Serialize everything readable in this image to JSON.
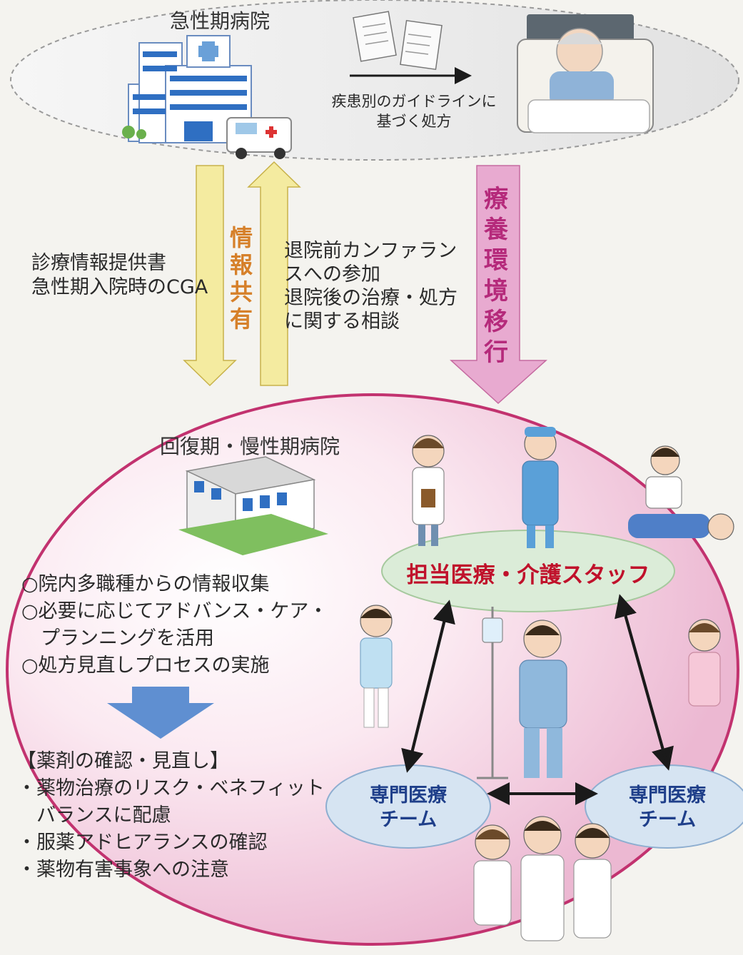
{
  "acute": {
    "title": "急性期病院",
    "prescription_lines": [
      "疾患別のガイドラインに",
      "基づく処方"
    ]
  },
  "info_share": {
    "label_chars": [
      "情",
      "報",
      "共",
      "有"
    ],
    "left_lines": [
      "診療情報提供書",
      "急性期入院時のCGA"
    ],
    "right_lines": [
      "退院前カンファラン",
      "スへの参加",
      "退院後の治療・処方",
      "に関する相談"
    ]
  },
  "transition": {
    "label_chars": [
      "療",
      "養",
      "環",
      "境",
      "移",
      "行"
    ]
  },
  "recovery": {
    "title": "回復期・慢性期病院",
    "actions": [
      [
        "○院内多職種からの情報収集"
      ],
      [
        "○必要に応じてアドバンス・ケア・",
        "　プランニングを活用"
      ],
      [
        "○処方見直しプロセスの実施"
      ]
    ],
    "review_heading": "【薬剤の確認・見直し】",
    "review_items": [
      [
        "・薬物治療のリスク・ベネフィット",
        "　バランスに配慮"
      ],
      [
        "・服薬アドヒアランスの確認"
      ],
      [
        "・薬物有害事象への注意"
      ]
    ]
  },
  "team": {
    "staff_label": "担当医療・介護スタッフ",
    "specialist_left": [
      "専門医療",
      "チーム"
    ],
    "specialist_right": [
      "専門医療",
      "チーム"
    ]
  },
  "colors": {
    "ellipse_border": "#c2326f",
    "yellow_arrow": "#f4eba0",
    "pink_arrow": "#e8aad0",
    "blue_arrow": "#5f8fd1",
    "staff_ellipse": "#dbecd8",
    "specialist_ellipse": "#d6e4f2",
    "staff_text": "#c0112b",
    "info_text": "#d6802a",
    "transition_text": "#b52a7b"
  }
}
